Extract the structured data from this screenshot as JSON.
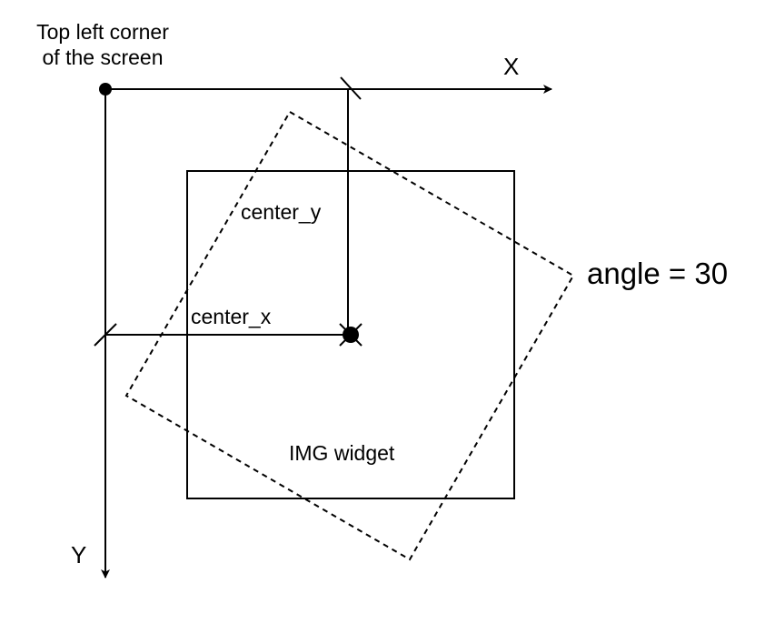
{
  "labels": {
    "origin_line1": "Top left corner",
    "origin_line2": "of the screen",
    "x_axis": "X",
    "y_axis": "Y",
    "center_y": "center_y",
    "center_x": "center_x",
    "angle": "angle = 30",
    "widget": "IMG widget"
  },
  "rotation_angle_deg": 30,
  "colors": {
    "stroke": "#000000",
    "background": "#ffffff"
  }
}
